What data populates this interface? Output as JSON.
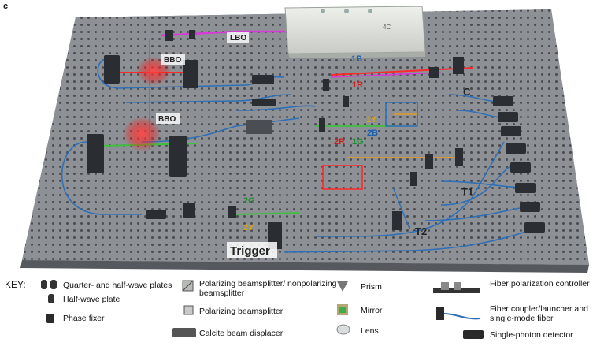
{
  "panel_letter": "c",
  "labels": {
    "lbo": "LBO",
    "bbo_top": "BBO",
    "bbo_bottom": "BBO",
    "b1": "1B",
    "r1": "1R",
    "c": "C",
    "y1": "1Y",
    "b2": "2B",
    "r2": "2R",
    "g1": "1G",
    "t1": "T1",
    "t2": "T2",
    "g2": "2G",
    "y2": "2Y",
    "trigger": "Trigger",
    "device_text": "4C"
  },
  "colors": {
    "board": "#8d9196",
    "board_edge": "#5d6166",
    "hole": "#3c4044",
    "fiber": "#2f6fb6",
    "red_beam": "#ff2a2a",
    "magenta_beam": "#d63ad8",
    "green_beam": "#3fbf3f",
    "orange_beam": "#e09a2a",
    "label_blue": "#1e5fb0",
    "label_red": "#cc2020",
    "label_green": "#1e8f2a",
    "label_yellow": "#d8a21a",
    "label_bg": "#ffffff"
  },
  "key": {
    "title": "KEY:",
    "items": [
      {
        "icon": "quarter-half-waveplate-icon",
        "text": "Quarter- and half-wave plates"
      },
      {
        "icon": "half-waveplate-icon",
        "text": "Half-wave plate"
      },
      {
        "icon": "phase-fixer-icon",
        "text": "Phase fixer"
      },
      {
        "icon": "polarizing-nonpolarizing-beamsplitter-icon",
        "text": "Polarizing beamsplitter/ nonpolarizing beamsplitter"
      },
      {
        "icon": "polarizing-beamsplitter-icon",
        "text": "Polarizing beamsplitter"
      },
      {
        "icon": "calcite-beam-displacer-icon",
        "text": "Calcite beam displacer"
      },
      {
        "icon": "prism-icon",
        "text": "Prism"
      },
      {
        "icon": "mirror-icon",
        "text": "Mirror"
      },
      {
        "icon": "lens-icon",
        "text": "Lens"
      },
      {
        "icon": "fiber-polarization-controller-icon",
        "text": "Fiber polarization controller"
      },
      {
        "icon": "fiber-coupler-icon",
        "text": "Fiber coupler/launcher and single-mode fiber"
      },
      {
        "icon": "single-photon-detector-icon",
        "text": "Single-photon detector"
      }
    ]
  }
}
